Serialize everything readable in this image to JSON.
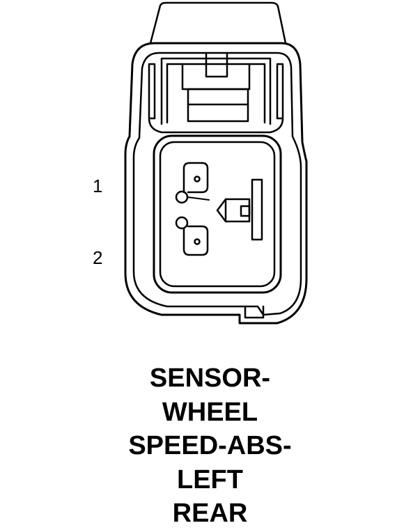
{
  "pins": [
    {
      "label": "1"
    },
    {
      "label": "2"
    }
  ],
  "caption": {
    "lines": [
      "SENSOR-",
      "WHEEL",
      "SPEED-ABS-",
      "LEFT",
      "REAR"
    ]
  }
}
